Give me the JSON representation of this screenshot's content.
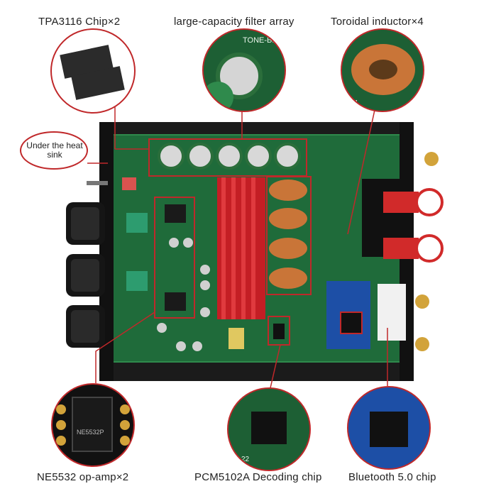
{
  "labels": {
    "tpa": "TPA3116  Chip×2",
    "filter": "large-capacity filter array",
    "inductor": "Toroidal inductor×4",
    "heatsink": "Under the heat sink",
    "opamp": "NE5532 op-amp×2",
    "dac": "PCM5102A Decoding chip",
    "bt": "Bluetooth 5.0 chip"
  },
  "chip_markings": {
    "opamp": "NE5532P",
    "filter_board_text": "TONE-BEE",
    "inductor_board_text": "L1",
    "dac_board_text": "22"
  },
  "colors": {
    "accent_red": "#c0282a",
    "pcb_green": "#1f6b3a",
    "chassis": "#1b1b1b",
    "heatsink": "#c41e24"
  }
}
